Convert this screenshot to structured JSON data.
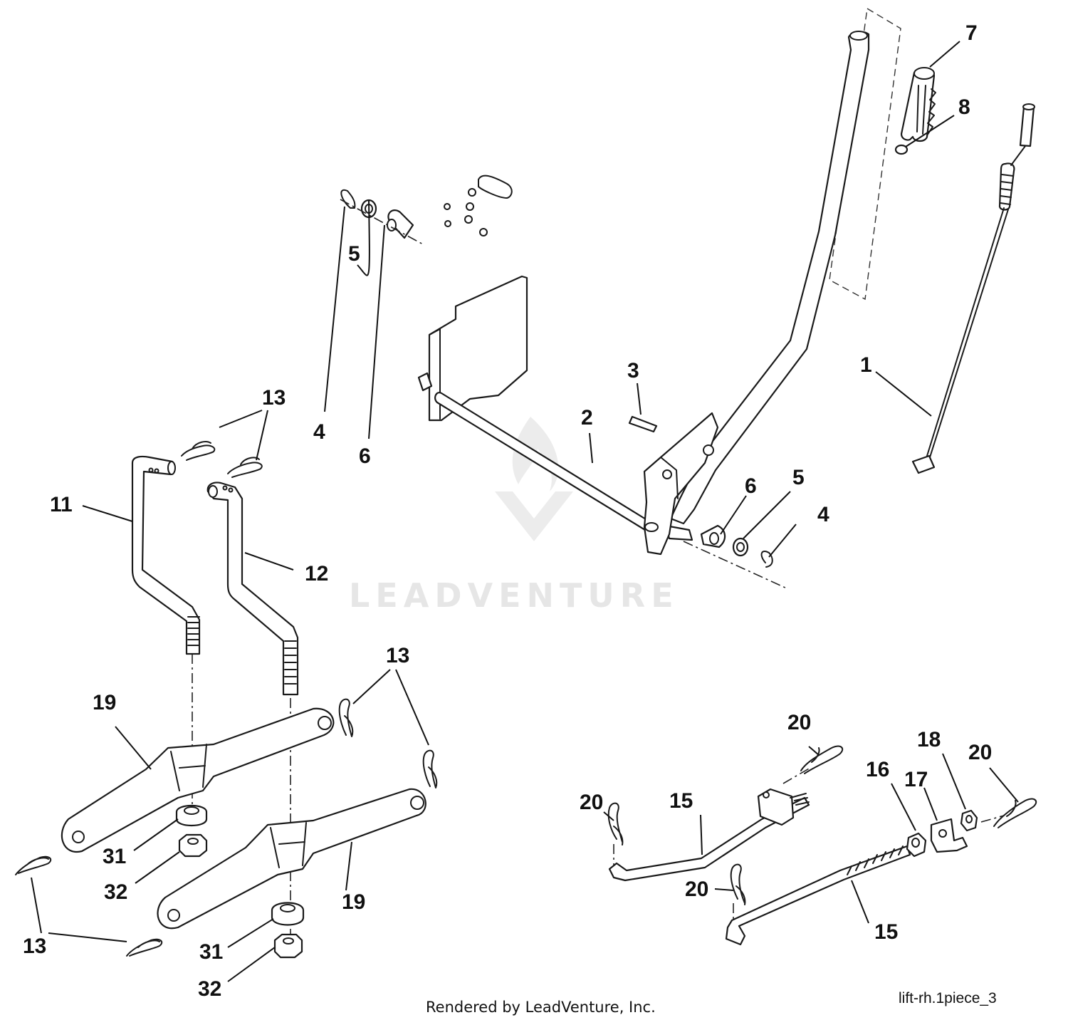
{
  "diagram": {
    "watermark": "LEADVENTURE",
    "credit": "Rendered by LeadVenture, Inc.",
    "figure_id": "lift-rh.1piece_3",
    "callouts": [
      {
        "id": "c1",
        "label": "1"
      },
      {
        "id": "c2",
        "label": "2"
      },
      {
        "id": "c3",
        "label": "3"
      },
      {
        "id": "c4a",
        "label": "4"
      },
      {
        "id": "c4b",
        "label": "4"
      },
      {
        "id": "c5a",
        "label": "5"
      },
      {
        "id": "c5b",
        "label": "5"
      },
      {
        "id": "c6a",
        "label": "6"
      },
      {
        "id": "c6b",
        "label": "6"
      },
      {
        "id": "c7",
        "label": "7"
      },
      {
        "id": "c8",
        "label": "8"
      },
      {
        "id": "c11",
        "label": "11"
      },
      {
        "id": "c12",
        "label": "12"
      },
      {
        "id": "c13a",
        "label": "13"
      },
      {
        "id": "c13b",
        "label": "13"
      },
      {
        "id": "c13c",
        "label": "13"
      },
      {
        "id": "c15a",
        "label": "15"
      },
      {
        "id": "c15b",
        "label": "15"
      },
      {
        "id": "c16",
        "label": "16"
      },
      {
        "id": "c17",
        "label": "17"
      },
      {
        "id": "c18",
        "label": "18"
      },
      {
        "id": "c19a",
        "label": "19"
      },
      {
        "id": "c19b",
        "label": "19"
      },
      {
        "id": "c20a",
        "label": "20"
      },
      {
        "id": "c20b",
        "label": "20"
      },
      {
        "id": "c20c",
        "label": "20"
      },
      {
        "id": "c20d",
        "label": "20"
      },
      {
        "id": "c31a",
        "label": "31"
      },
      {
        "id": "c31b",
        "label": "31"
      },
      {
        "id": "c32a",
        "label": "32"
      },
      {
        "id": "c32b",
        "label": "32"
      }
    ]
  }
}
